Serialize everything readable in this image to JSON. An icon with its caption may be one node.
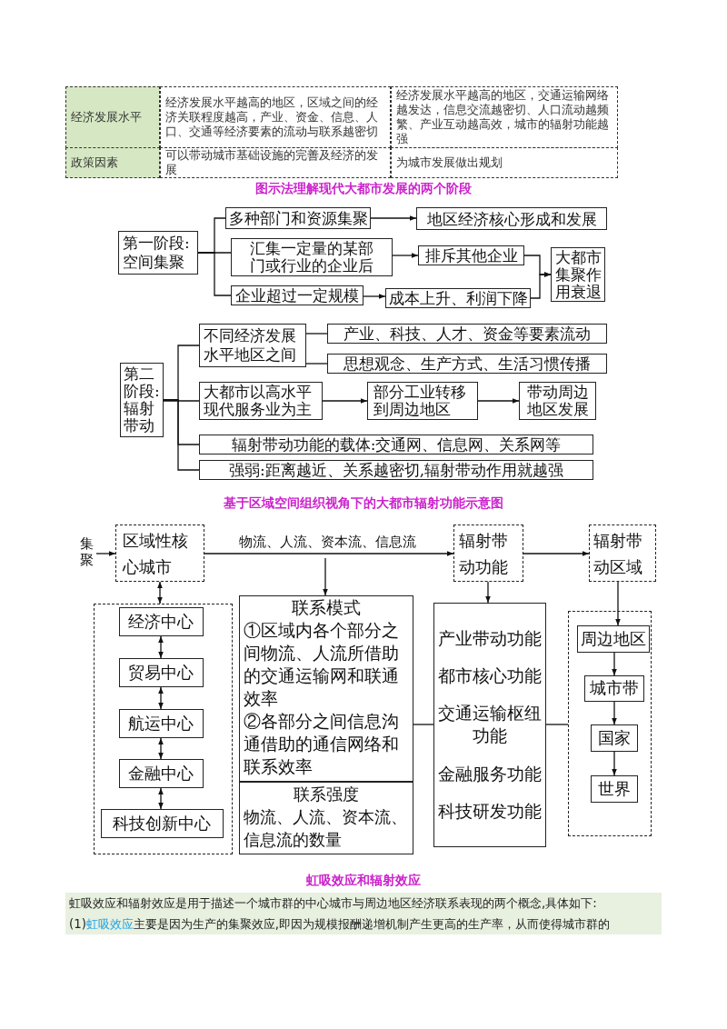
{
  "diagram": {
    "nodes": [
      {
        "text": [
          "第一阶段:空间集聚"
        ]
      },
      {
        "text": [
          "多种部门和资源集聚"
        ]
      },
      {
        "text": [
          "地区经济核心形成和发展"
        ]
      },
      {
        "text": [
          "汇集一定量的某部门或行业的企业后"
        ]
      },
      {
        "text": [
          "排斥其他企业"
        ]
      },
      {
        "text": [
          "大都市集聚作用衰退"
        ]
      },
      {
        "text": [
          "企业超过一定规模"
        ]
      },
      {
        "text": [
          "成本上升、利润下降"
        ]
      },
      {
        "text": [
          "第二阶段:辐射带动"
        ]
      },
      {
        "text": [
          "不同经济发展水平地区之间"
        ]
      },
      {
        "text": [
          "产业、科技、人才、资金等要素流动"
        ]
      },
      {
        "text": [
          "思想观念、生产方式、生活习惯传播"
        ]
      },
      {
        "text": [
          "大都市以高水平现代服务业为主"
        ]
      },
      {
        "text": [
          "部分工业转移到周边地区"
        ]
      },
      {
        "text": [
          "带动周边地区发展"
        ]
      },
      {
        "text": [
          "辐射带动功能的载体:交通网、信息网、关系网等"
        ]
      },
      {
        "text": [
          "强弱:距离越近、关系越密切,辐射带动作用就越强"
        ]
      },
      {
        "text": [
          "区域性核心城市"
        ]
      },
      {
        "text": [
          "辐射带动功能"
        ]
      },
      {
        "text": [
          "辐射带动区域"
        ]
      },
      {
        "text": [],
        "shape": "box"
      },
      {
        "text": [
          "经济中心"
        ],
        "in": 20
      },
      {
        "text": [
          "贸易中心"
        ],
        "in": 20
      },
      {
        "text": [
          "航运中心"
        ],
        "in": 20
      },
      {
        "text": [
          "金融中心"
        ],
        "in": 20
      },
      {
        "text": [
          "科技创新中心"
        ],
        "in": 20
      },
      {
        "text": [
          "联系模式",
          "①区域内各个部分之间物流、人流所借助的交通运输网和联通效率",
          "②各部分之间信息沟通借助的通信网络和联系效率"
        ]
      },
      {
        "text": [
          "联系强度",
          "物流、人流、资本流、信息流的数量"
        ]
      },
      {
        "text": [
          "产业带动功能",
          "都市核心功能",
          "交通运输枢纽功能",
          "金融服务功能",
          "科技研发功能"
        ]
      },
      {
        "text": [],
        "shape": "box"
      },
      {
        "text": [
          "周边地区"
        ],
        "in": 29
      },
      {
        "text": [
          "城市带"
        ],
        "in": 29
      },
      {
        "text": [
          "国家"
        ],
        "in": 29
      },
      {
        "text": [
          "世界"
        ],
        "in": 29
      }
    ],
    "edges": [
      {
        "from": 0,
        "to": 1,
        "arrow": "none"
      },
      {
        "from": 0,
        "to": 3,
        "arrow": "none"
      },
      {
        "from": 0,
        "to": 6,
        "arrow": "none"
      },
      {
        "from": 1,
        "to": 2,
        "arrow": "to"
      },
      {
        "from": 3,
        "to": 4,
        "arrow": "to"
      },
      {
        "from": 6,
        "to": 7,
        "arrow": "to"
      },
      {
        "from": 4,
        "to": 5,
        "arrow": "to"
      },
      {
        "from": 7,
        "to": 5,
        "arrow": "to"
      },
      {
        "from": 8,
        "to": 9,
        "arrow": "none"
      },
      {
        "from": 8,
        "to": 12,
        "arrow": "none"
      },
      {
        "from": 8,
        "to": 15,
        "arrow": "none"
      },
      {
        "from": 8,
        "to": 16,
        "arrow": "none"
      },
      {
        "from": 9,
        "to": 10,
        "arrow": "none"
      },
      {
        "from": 9,
        "to": 11,
        "arrow": "none"
      },
      {
        "from": 12,
        "to": 13,
        "arrow": "to"
      },
      {
        "from": 13,
        "to": 14,
        "arrow": "to"
      },
      {
        "from": null,
        "to": 17,
        "arrow": "to",
        "label": "集聚"
      },
      {
        "from": 17,
        "to": 18,
        "arrow": "to",
        "label": "物流、人流、资本流、信息流"
      },
      {
        "from": null,
        "to": 26,
        "arrow": "to"
      },
      {
        "from": 18,
        "to": 19,
        "arrow": "to"
      },
      {
        "from": 17,
        "to": 20,
        "arrow": "both"
      },
      {
        "from": 18,
        "to": 28,
        "arrow": "to"
      },
      {
        "from": 19,
        "to": 30,
        "arrow": "to"
      },
      {
        "from": 21,
        "to": 22,
        "arrow": "both"
      },
      {
        "from": 22,
        "to": 23,
        "arrow": "both"
      },
      {
        "from": 23,
        "to": 24,
        "arrow": "both"
      },
      {
        "from": 24,
        "to": 25,
        "arrow": "both"
      },
      {
        "from": 26,
        "to": 28,
        "arrow": "none"
      },
      {
        "from": 28,
        "to": 29,
        "arrow": "none"
      },
      {
        "from": 30,
        "to": 31,
        "arrow": "to"
      },
      {
        "from": 31,
        "to": 32,
        "arrow": "to"
      },
      {
        "from": 32,
        "to": 33,
        "arrow": "to"
      }
    ],
    "labels": [
      "经济发展水平",
      "经济发展水平越高的地区，区域之间的经济关联程度越高，产业、资金、信息、人口、交通等经济要素的流动与联系越密切",
      "经济发展水平越高的地区，交通运输网络越发达，信息交流越密切、人口流动越频繁、产业互动越高效，城市的辐射功能越强",
      "政策因素",
      "可以带动城市基础设施的完善及经济的发展",
      "为城市发展做出规划",
      "图示法理解现代大都市发展的两个阶段",
      "基于区域空间组织视角下的大都市辐射功能示意图",
      "虹吸效应和辐射效应",
      "虹吸效应和辐射效应是用于描述一个城市群的中心城市与周边地区经济联系表现的两个概念,具体如下:",
      "(1)**虹吸效应**主要是因为生产的集聚效应,即因为规模报酬递增机制产生更高的生产率，从而使得城市群的"
    ]
  }
}
